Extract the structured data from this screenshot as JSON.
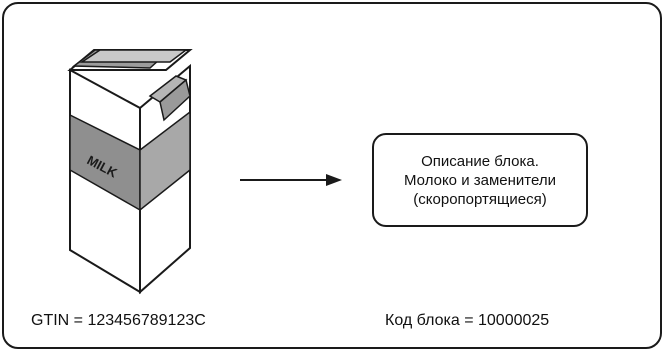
{
  "carton": {
    "text": "MILK"
  },
  "description": {
    "lines": [
      "Описание блока.",
      "Молоко и заменители",
      "(скоропортящиеся)"
    ]
  },
  "gtin": "GTIN = 123456789123C",
  "block_code": "Код блока = 10000025"
}
